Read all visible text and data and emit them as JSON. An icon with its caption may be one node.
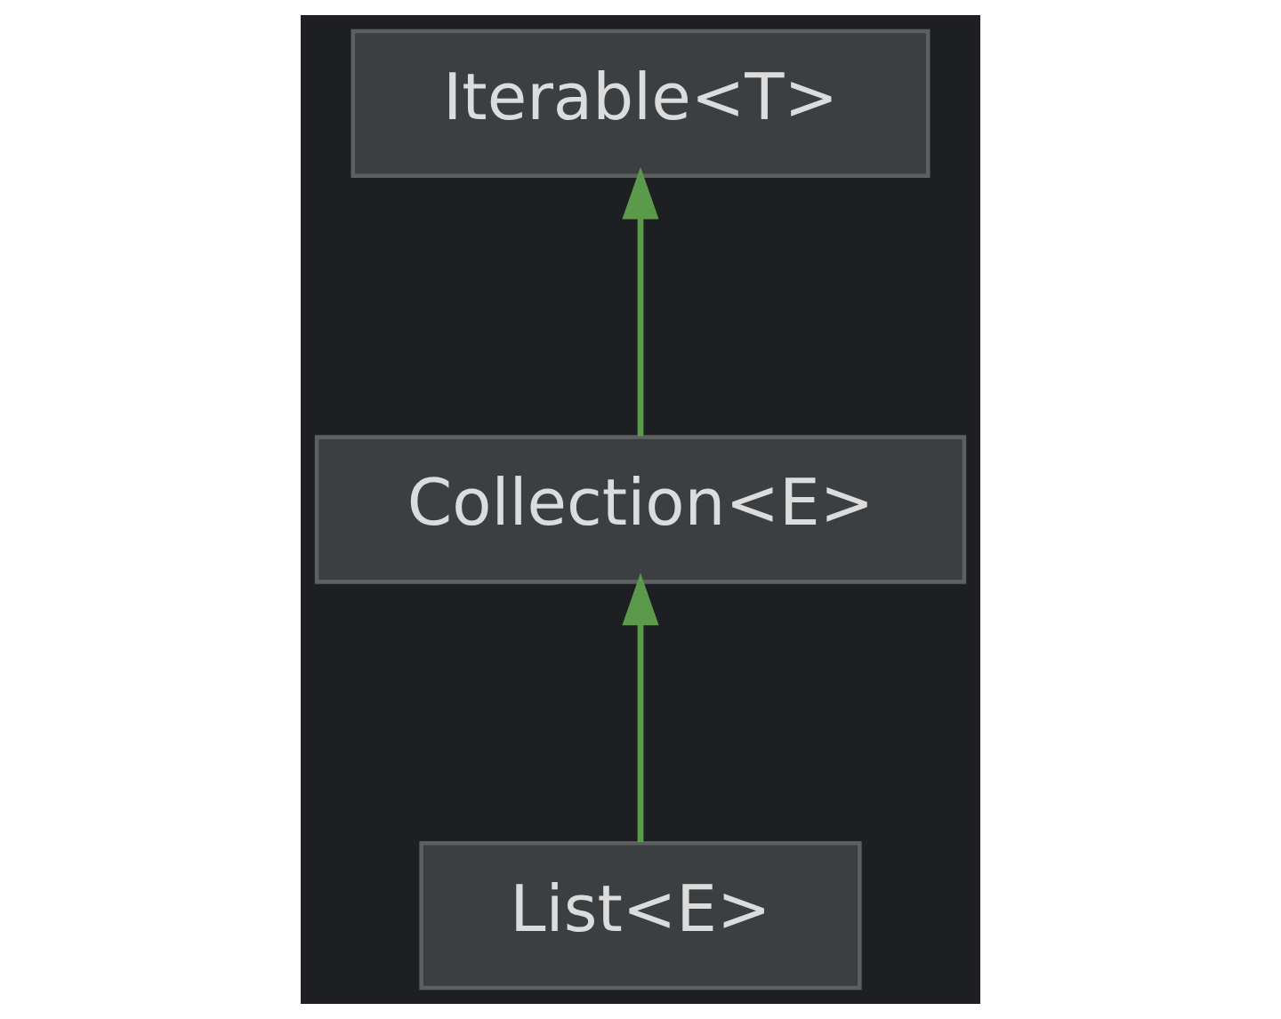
{
  "diagram": {
    "nodes": [
      {
        "text": [
          "Iterable<T>"
        ]
      },
      {
        "text": [
          "Collection<E>"
        ]
      },
      {
        "text": [
          "List<E>"
        ]
      }
    ],
    "edges": [
      {
        "from": 1,
        "to": 0,
        "arrow": "to"
      },
      {
        "from": 2,
        "to": 1,
        "arrow": "to"
      }
    ]
  }
}
